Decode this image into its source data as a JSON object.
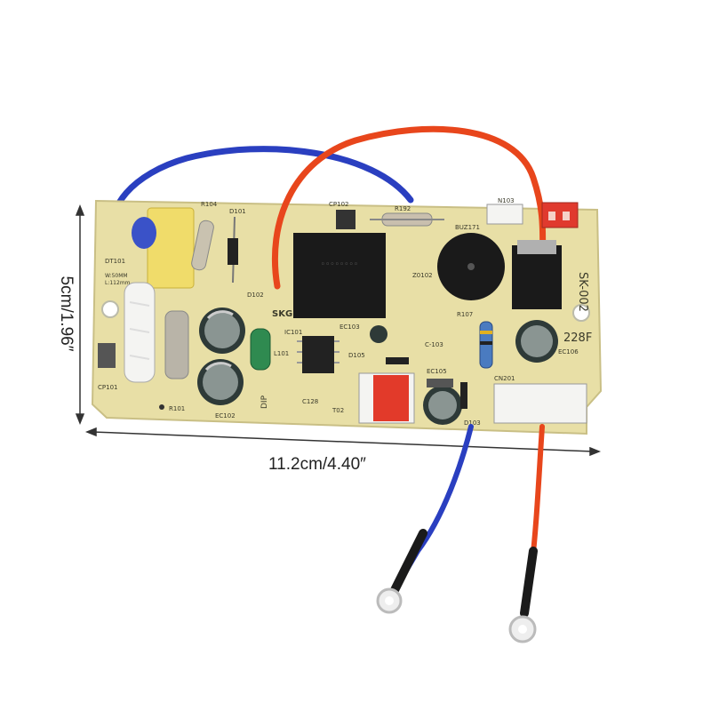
{
  "dimensions": {
    "width_label": "11.2cm/4.40″",
    "height_label": "5cm/1.96″"
  },
  "board": {
    "model": "SK-002",
    "brand_mark": "SKG",
    "capacitor_marking": "228F",
    "component_refs": {
      "cp102": "CP102",
      "r192": "R192",
      "n103": "N103",
      "buz171": "BUZ171",
      "r104": "R104",
      "d101": "D101",
      "dt101": "DT101",
      "d102": "D102",
      "z0102": "Z0102",
      "r107": "R107",
      "ic101": "IC101",
      "ec103": "EC103",
      "c103": "C-103",
      "l101": "L101",
      "d105": "D105",
      "ec105": "EC105",
      "cn201": "CN201",
      "cp101": "CP101",
      "r101": "R101",
      "ec102": "EC102",
      "c128": "C128",
      "t02": "T02",
      "d103": "D103",
      "ec106": "EC106",
      "dip": "DIP",
      "wire_spec_1": "W:50MM",
      "wire_spec_2": "L:112mm"
    }
  },
  "colors": {
    "pcb": "#e8dfa6",
    "blue_wire": "#2a3fc0",
    "red_wire": "#e8461c",
    "relay": "#1a1a1a",
    "x_capacitor": "#f0dc6a"
  }
}
